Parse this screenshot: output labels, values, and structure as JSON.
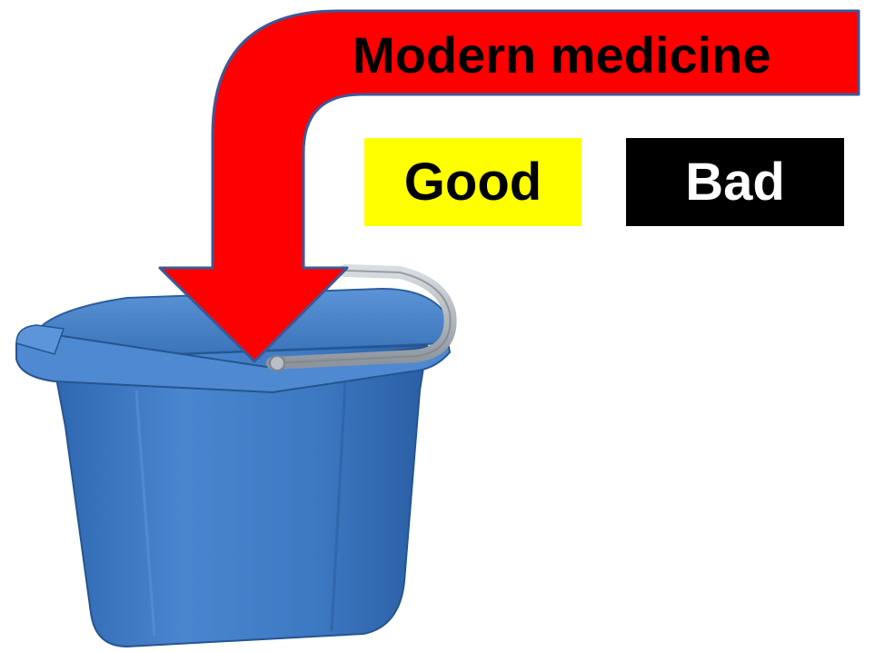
{
  "arrow": {
    "label": "Modern medicine",
    "fill_color": "#ff0000",
    "outline_color": "#3b5998"
  },
  "labels": {
    "good": "Good",
    "bad": "Bad"
  },
  "colors": {
    "good_box": "#ffff00",
    "bad_box": "#000000",
    "bucket": "#3f78bf",
    "handle": "#a9b0b8"
  },
  "icons": {
    "bucket": "bucket-icon",
    "arrow": "curved-arrow-down"
  }
}
